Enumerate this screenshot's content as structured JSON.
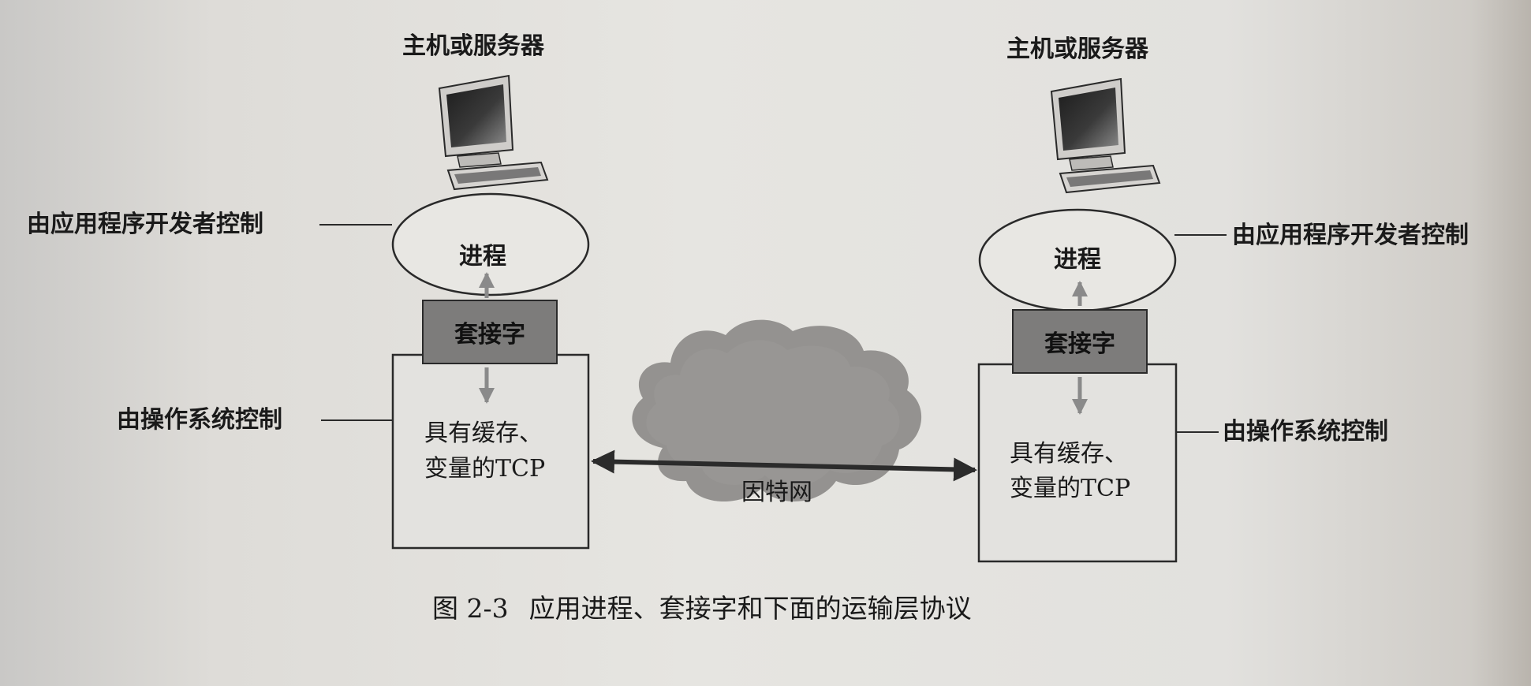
{
  "diagram": {
    "left": {
      "host_label": "主机或服务器",
      "app_control_label": "由应用程序开发者控制",
      "process_label": "进程",
      "socket_label": "套接字",
      "os_control_label": "由操作系统控制",
      "tcp_line1": "具有缓存、",
      "tcp_line2": "变量的TCP"
    },
    "right": {
      "host_label": "主机或服务器",
      "app_control_label": "由应用程序开发者控制",
      "process_label": "进程",
      "socket_label": "套接字",
      "os_control_label": "由操作系统控制",
      "tcp_line1": "具有缓存、",
      "tcp_line2": "变量的TCP"
    },
    "internet_label": "因特网",
    "caption_number": "图 2-3",
    "caption_text": "应用进程、套接字和下面的运输层协议"
  }
}
